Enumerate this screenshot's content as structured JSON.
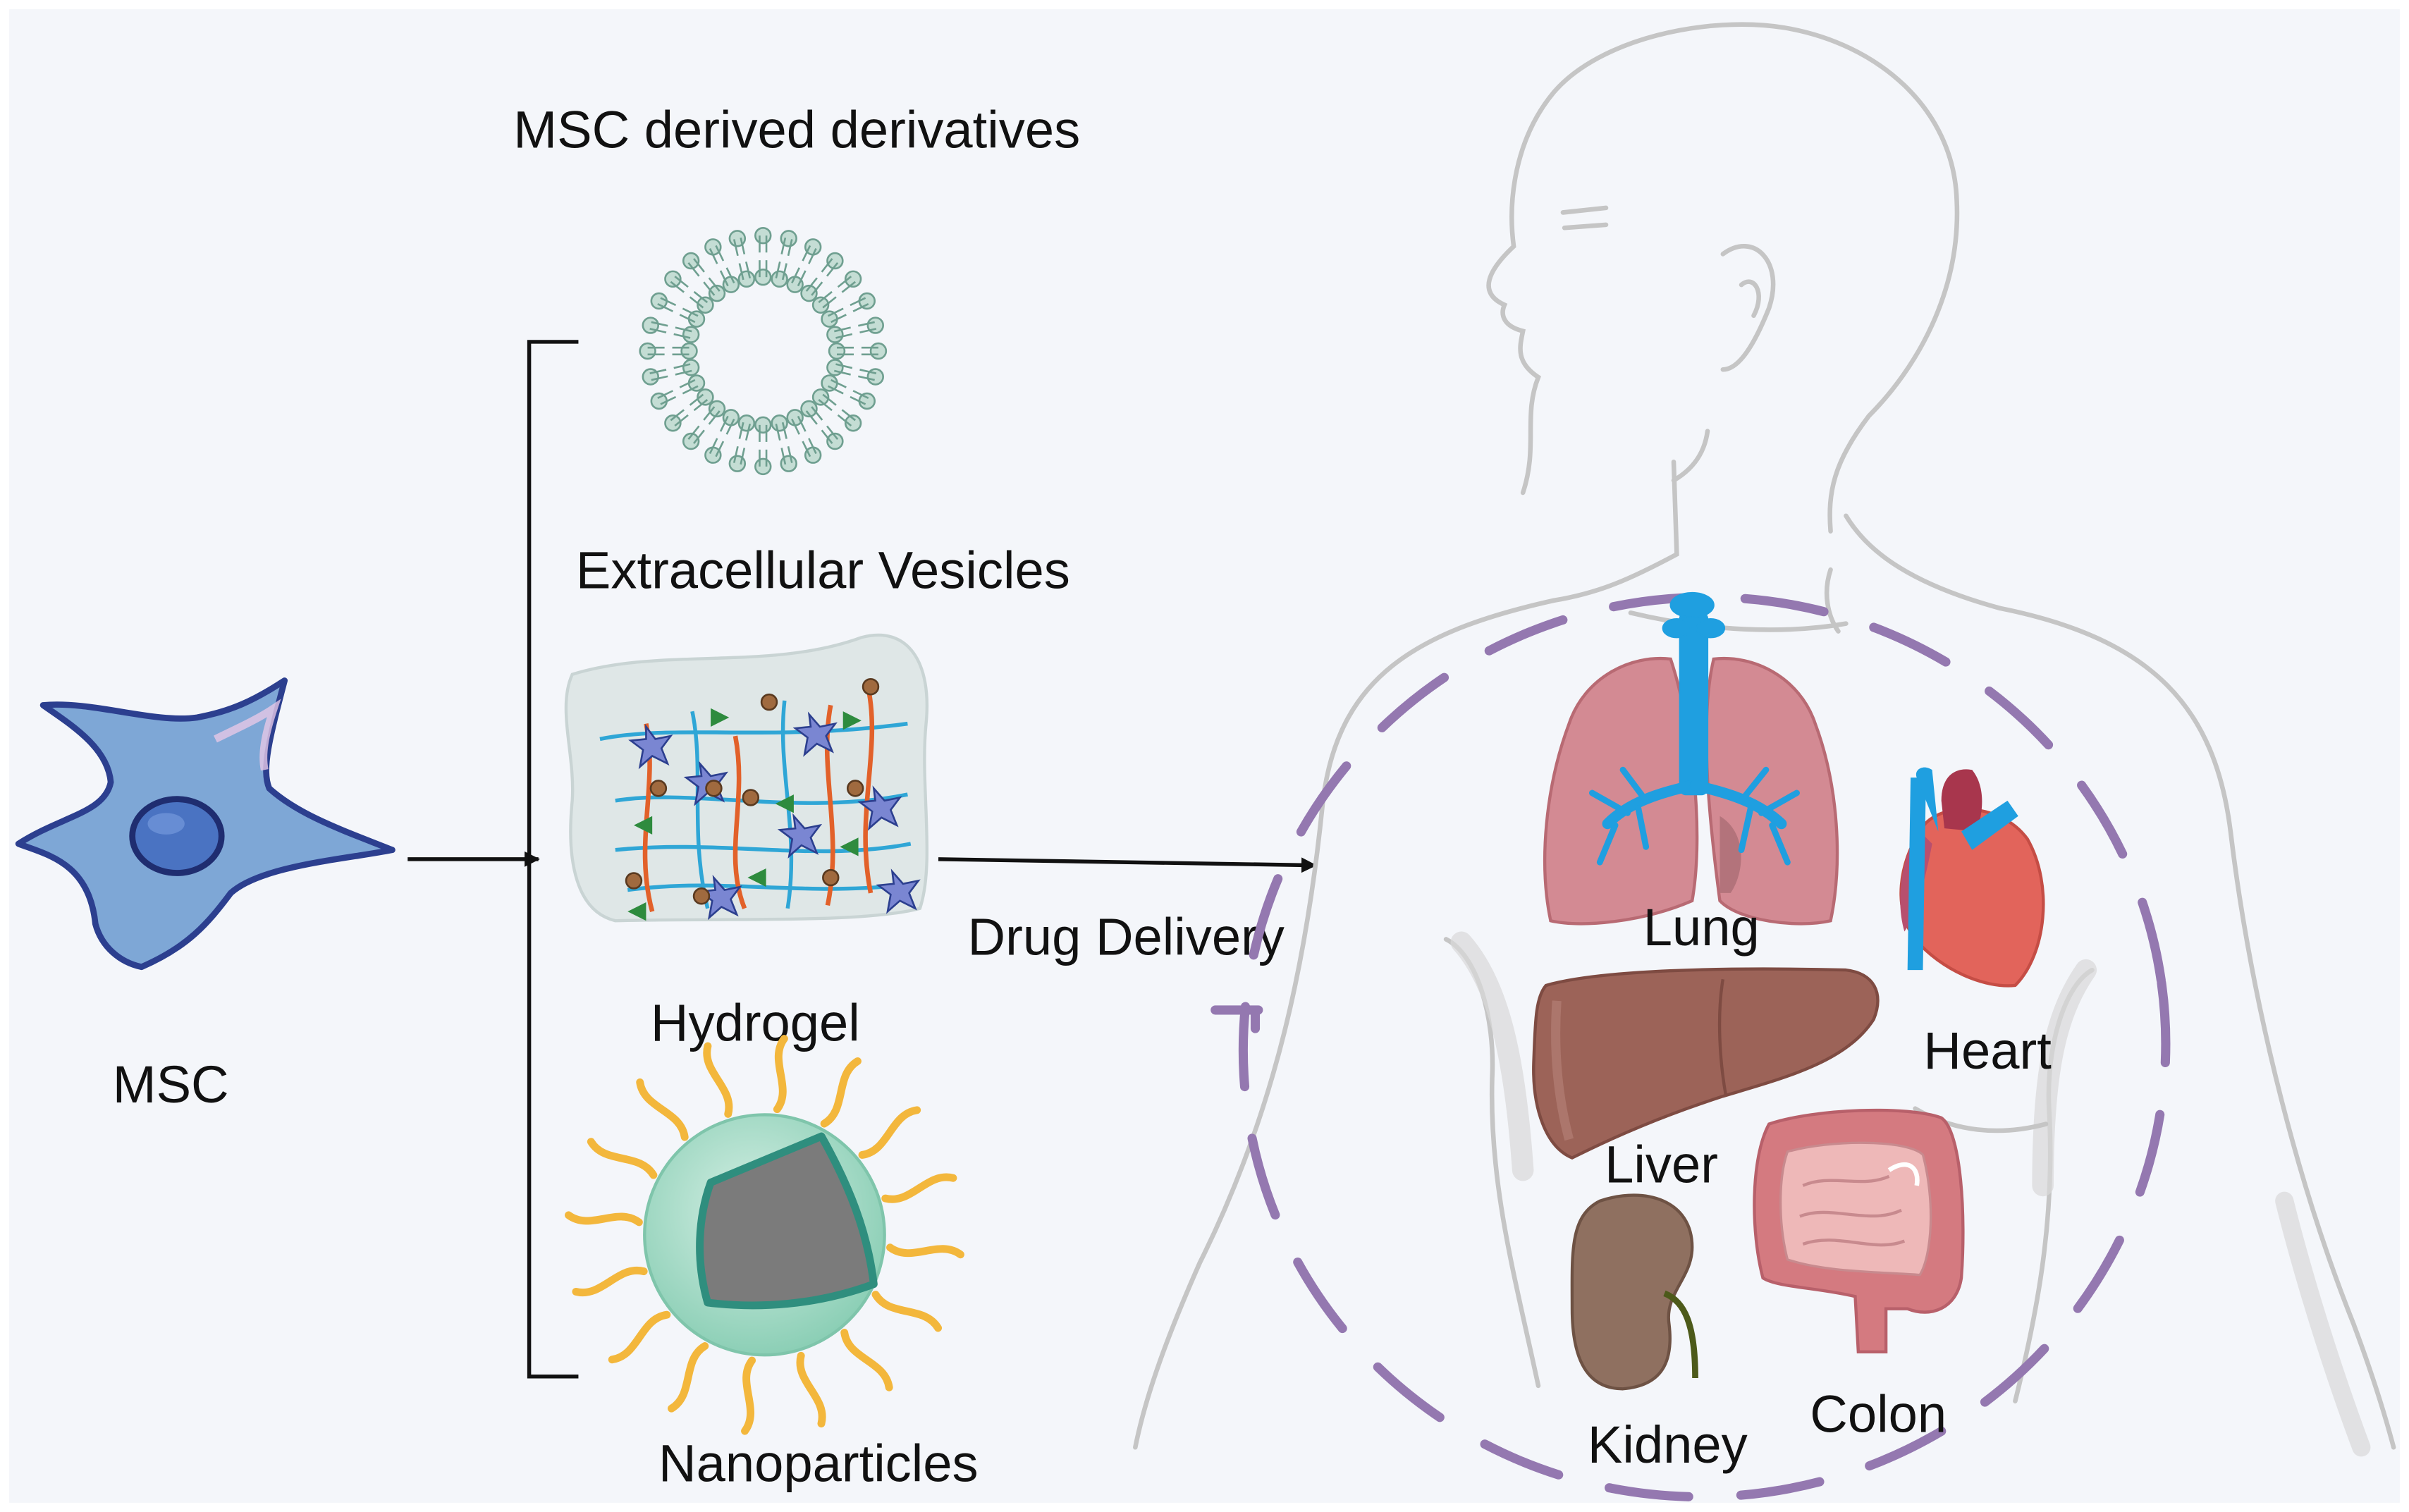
{
  "heading": "MSC derived derivatives",
  "cell": {
    "label": "MSC"
  },
  "derivatives": [
    {
      "label": "Extracellular Vesicles"
    },
    {
      "label": "Hydrogel"
    },
    {
      "label": "Nanoparticles"
    }
  ],
  "delivery": {
    "label": "Drug Delivery"
  },
  "organs": [
    {
      "label": "Lung"
    },
    {
      "label": "Heart"
    },
    {
      "label": "Liver"
    },
    {
      "label": "Colon"
    },
    {
      "label": "Kidney"
    }
  ],
  "colors": {
    "background": "#f4f6fa",
    "msc_cell": "#7ea7d6",
    "msc_outline": "#2c3f8f",
    "vesicle": "#c4ddd4",
    "hydrogel_fiber_blue": "#2fa6d6",
    "hydrogel_fiber_orange": "#e2612a",
    "nanoparticle_shell": "#a8dcc8",
    "nanoparticle_core": "#7b7b7b",
    "ligand": "#f3b73c",
    "lung": "#d38a93",
    "trachea": "#1f9fe0",
    "heart": "#e2645b",
    "liver": "#9c6358",
    "kidney": "#8f7060",
    "colon": "#e8a2a4",
    "target_ring": "#9478b0",
    "body_outline": "#c5c5c5"
  }
}
